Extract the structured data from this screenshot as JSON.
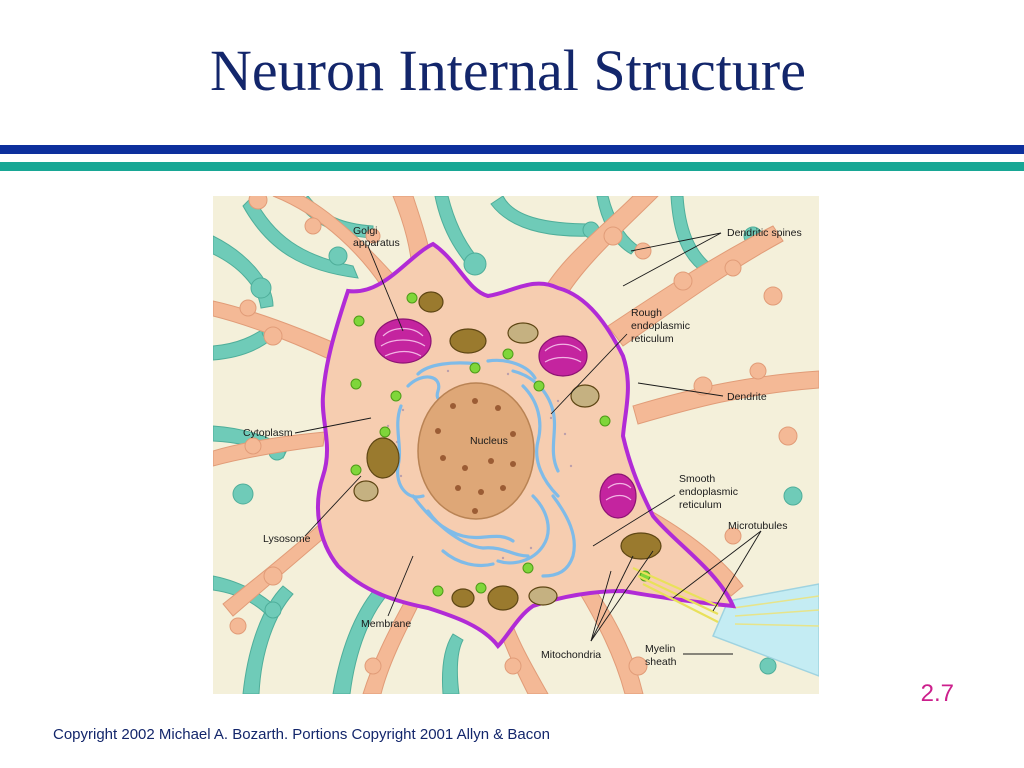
{
  "slide": {
    "title": "Neuron Internal Structure",
    "slide_number": "2.7",
    "copyright": "Copyright 2002 Michael A. Bozarth. Portions Copyright 2001 Allyn & Bacon"
  },
  "colors": {
    "title": "#13266b",
    "rule_top": "#0d2f9c",
    "rule_bottom": "#18a795",
    "slide_number": "#cc1f8c",
    "membrane": "#b12bd6",
    "cytoplasm": "#f6cdb0",
    "dendrite": "#f4b996",
    "neighbor_dendrites": "#6fcbb8",
    "nucleus": "#dea777",
    "endoplasmic_reticulum": "#8ec5ee",
    "golgi": "#c4249f",
    "mitochondria": "#9a7a2e",
    "lysosome": "#7fd63a",
    "myelin": "#c4ecf3"
  },
  "diagram": {
    "labels": {
      "golgi_1": "Golgi",
      "golgi_2": "apparatus",
      "dendritic_spines": "Dendritic spines",
      "rough_er_1": "Rough",
      "rough_er_2": "endoplasmic",
      "rough_er_3": "reticulum",
      "dendrite": "Dendrite",
      "cytoplasm": "Cytoplasm",
      "nucleus": "Nucleus",
      "smooth_er_1": "Smooth",
      "smooth_er_2": "endoplasmic",
      "smooth_er_3": "reticulum",
      "microtubules": "Microtubules",
      "lysosome": "Lysosome",
      "membrane": "Membrane",
      "mitochondria": "Mitochondria",
      "myelin_1": "Myelin",
      "myelin_2": "sheath"
    }
  }
}
